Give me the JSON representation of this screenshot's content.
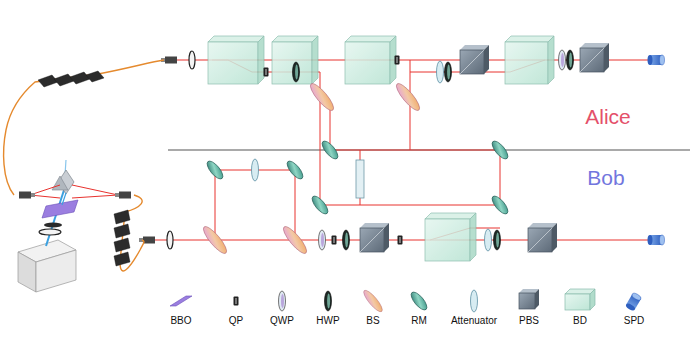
{
  "diagram": {
    "labels": [
      "Alice",
      "Bob"
    ],
    "legend": [
      {
        "text": "BBO"
      },
      {
        "text": "QP"
      },
      {
        "text": "QWP"
      },
      {
        "text": "HWP"
      },
      {
        "text": "BS"
      },
      {
        "text": "RM"
      },
      {
        "text": "Attenuator"
      },
      {
        "text": "PBS"
      },
      {
        "text": "BD"
      },
      {
        "text": "SPD"
      }
    ]
  }
}
